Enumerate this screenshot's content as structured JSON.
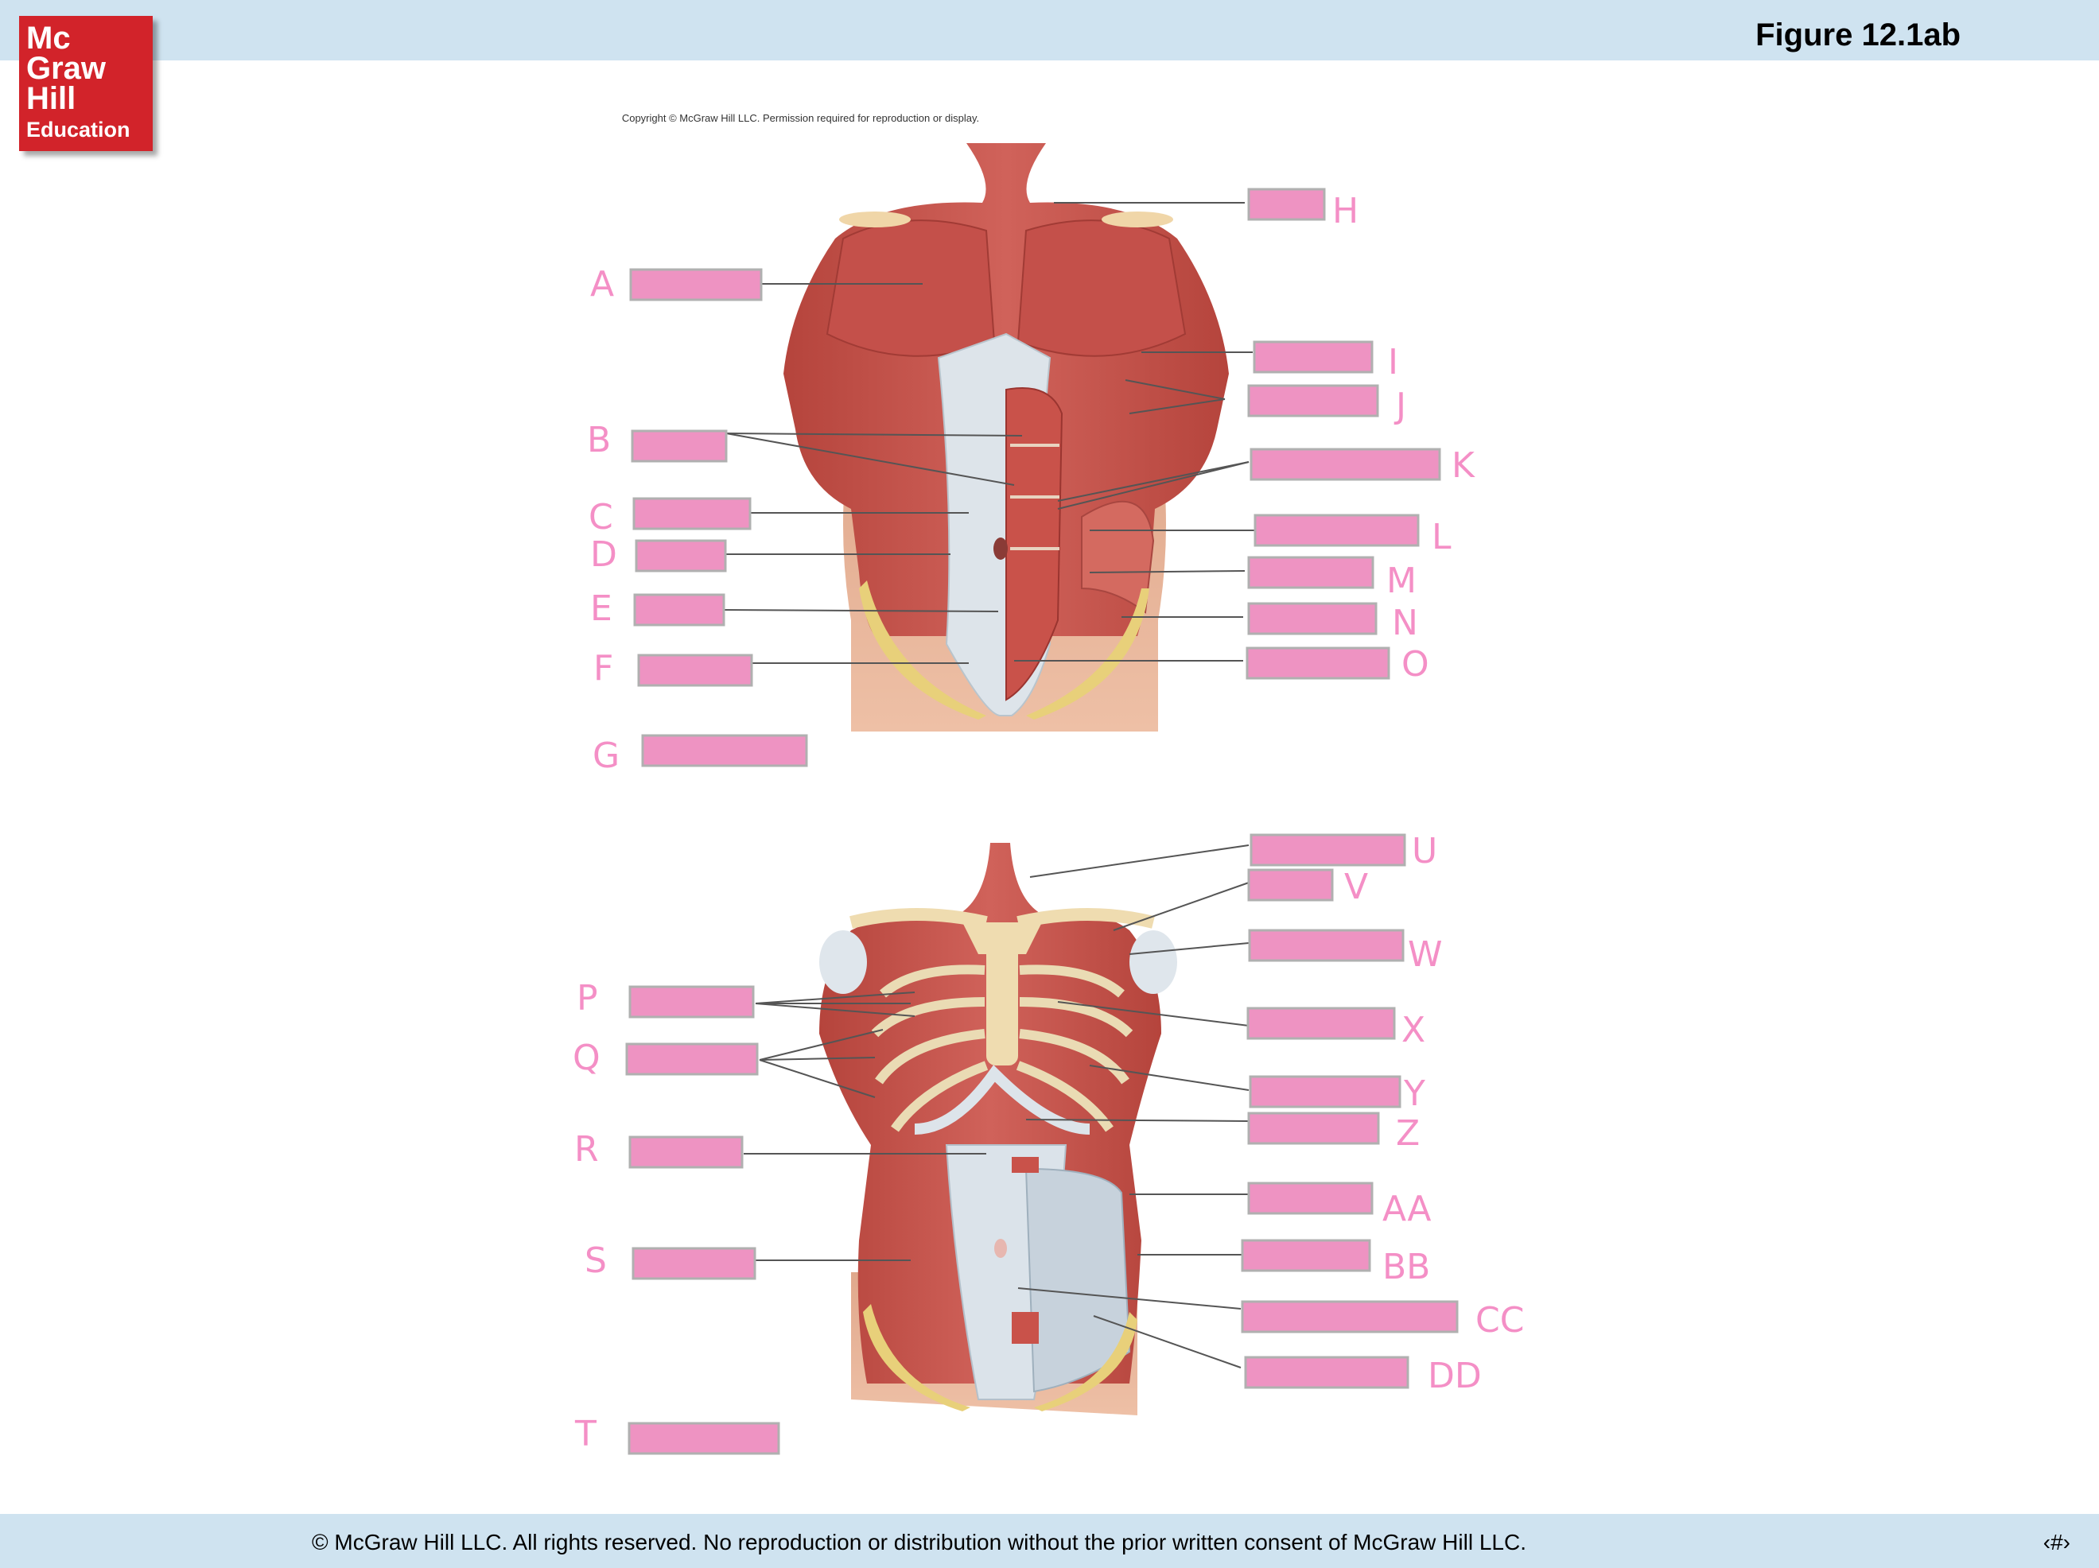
{
  "header": {
    "figure_title": "Figure 12.1ab",
    "logo_text": [
      "Mc",
      "Graw",
      "Hill",
      "Education"
    ]
  },
  "figure": {
    "copyright": "Copyright © McGraw Hill LLC. Permission required for reproduction or display."
  },
  "labels": {
    "A": "A",
    "B": "B",
    "C": "C",
    "D": "D",
    "E": "E",
    "F": "F",
    "G": "G",
    "H": "H",
    "I": "I",
    "J": "J",
    "K": "K",
    "L": "L",
    "M": "M",
    "N": "N",
    "O": "O",
    "P": "P",
    "Q": "Q",
    "R": "R",
    "S": "S",
    "T": "T",
    "U": "U",
    "V": "V",
    "W": "W",
    "X": "X",
    "Y": "Y",
    "Z": "Z",
    "AA": "AA",
    "BB": "BB",
    "CC": "CC",
    "DD": "DD"
  },
  "footer": {
    "text": "© McGraw Hill LLC. All rights reserved. No reproduction or distribution without the prior written consent of McGraw Hill LLC.",
    "page": "‹#›"
  },
  "colors": {
    "bar": "#cfe3f0",
    "logo": "#d2232a",
    "label_box": "#ee93c2",
    "letter": "#f48fc6",
    "muscle": "#c9524a",
    "tendon": "#dfe6ec",
    "bone": "#eadbb4",
    "skin": "#e8b59a"
  }
}
